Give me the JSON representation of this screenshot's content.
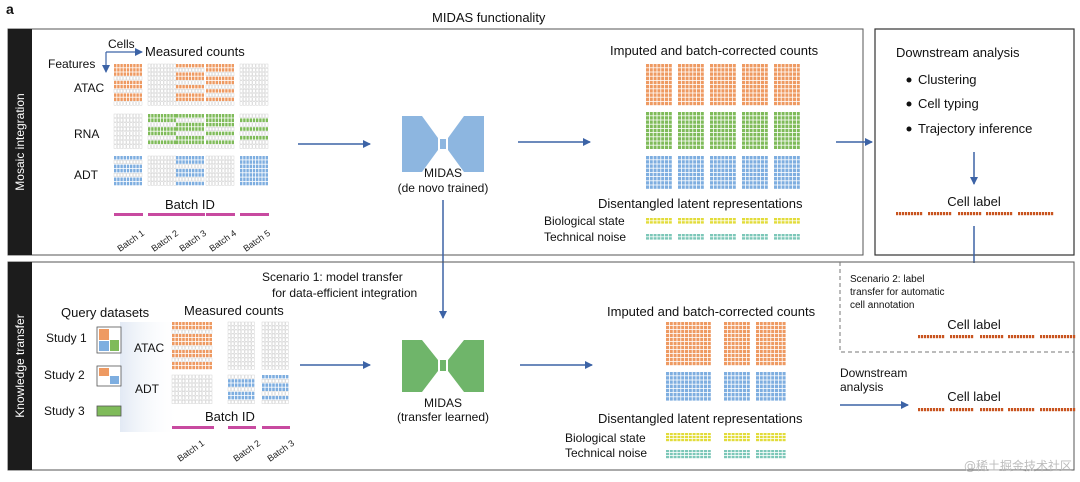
{
  "panel_letter": "a",
  "title": "MIDAS functionality",
  "colors": {
    "atac": "#ee9a62",
    "rna": "#7fbb5a",
    "adt": "#7eaee0",
    "batch": "#c84aa0",
    "bio": "#e2dc3a",
    "tech": "#7cc7b8",
    "label": "#c8541f",
    "arrow": "#3c63a6",
    "midas_top": "#8db6e0",
    "midas_bottom": "#6fb56a",
    "sidebar": "#1c1c1c"
  },
  "mosaic": {
    "side_label": "Mosaic integration",
    "cells_label": "Cells",
    "features_label": "Features",
    "measured_counts": "Measured counts",
    "modalities": [
      "ATAC",
      "RNA",
      "ADT"
    ],
    "batch_id_label": "Batch ID",
    "batches": [
      "Batch 1",
      "Batch 2",
      "Batch 3",
      "Batch 4",
      "Batch 5"
    ],
    "midas_label": "MIDAS",
    "midas_sub": "(de novo trained)",
    "imputed_title": "Imputed and batch-corrected counts",
    "latent_title": "Disentangled latent representations",
    "bio_label": "Biological state",
    "tech_label": "Technical noise"
  },
  "downstream": {
    "title": "Downstream analysis",
    "items": [
      "Clustering",
      "Cell typing",
      "Trajectory inference"
    ],
    "cell_label": "Cell label"
  },
  "transfer": {
    "side_label": "Knowledge transfer",
    "scenario1_line1": "Scenario 1: model transfer",
    "scenario1_line2": "for data-efficient integration",
    "query_title": "Query datasets",
    "studies": [
      "Study 1",
      "Study 2",
      "Study 3"
    ],
    "measured_counts": "Measured counts",
    "modalities": [
      "ATAC",
      "ADT"
    ],
    "batch_id_label": "Batch ID",
    "batches": [
      "Batch 1",
      "Batch 2",
      "Batch 3"
    ],
    "midas_label": "MIDAS",
    "midas_sub": "(transfer learned)",
    "imputed_title": "Imputed and batch-corrected counts",
    "latent_title": "Disentangled latent representations",
    "bio_label": "Biological state",
    "tech_label": "Technical noise",
    "scenario2_line1": "Scenario 2: label",
    "scenario2_line2": "transfer for automatic",
    "scenario2_line3": "cell annotation",
    "cell_label_1": "Cell label",
    "downstream_line1": "Downstream",
    "downstream_line2": "analysis",
    "cell_label_2": "Cell label"
  },
  "watermark": "@稀土掘金技术社区"
}
